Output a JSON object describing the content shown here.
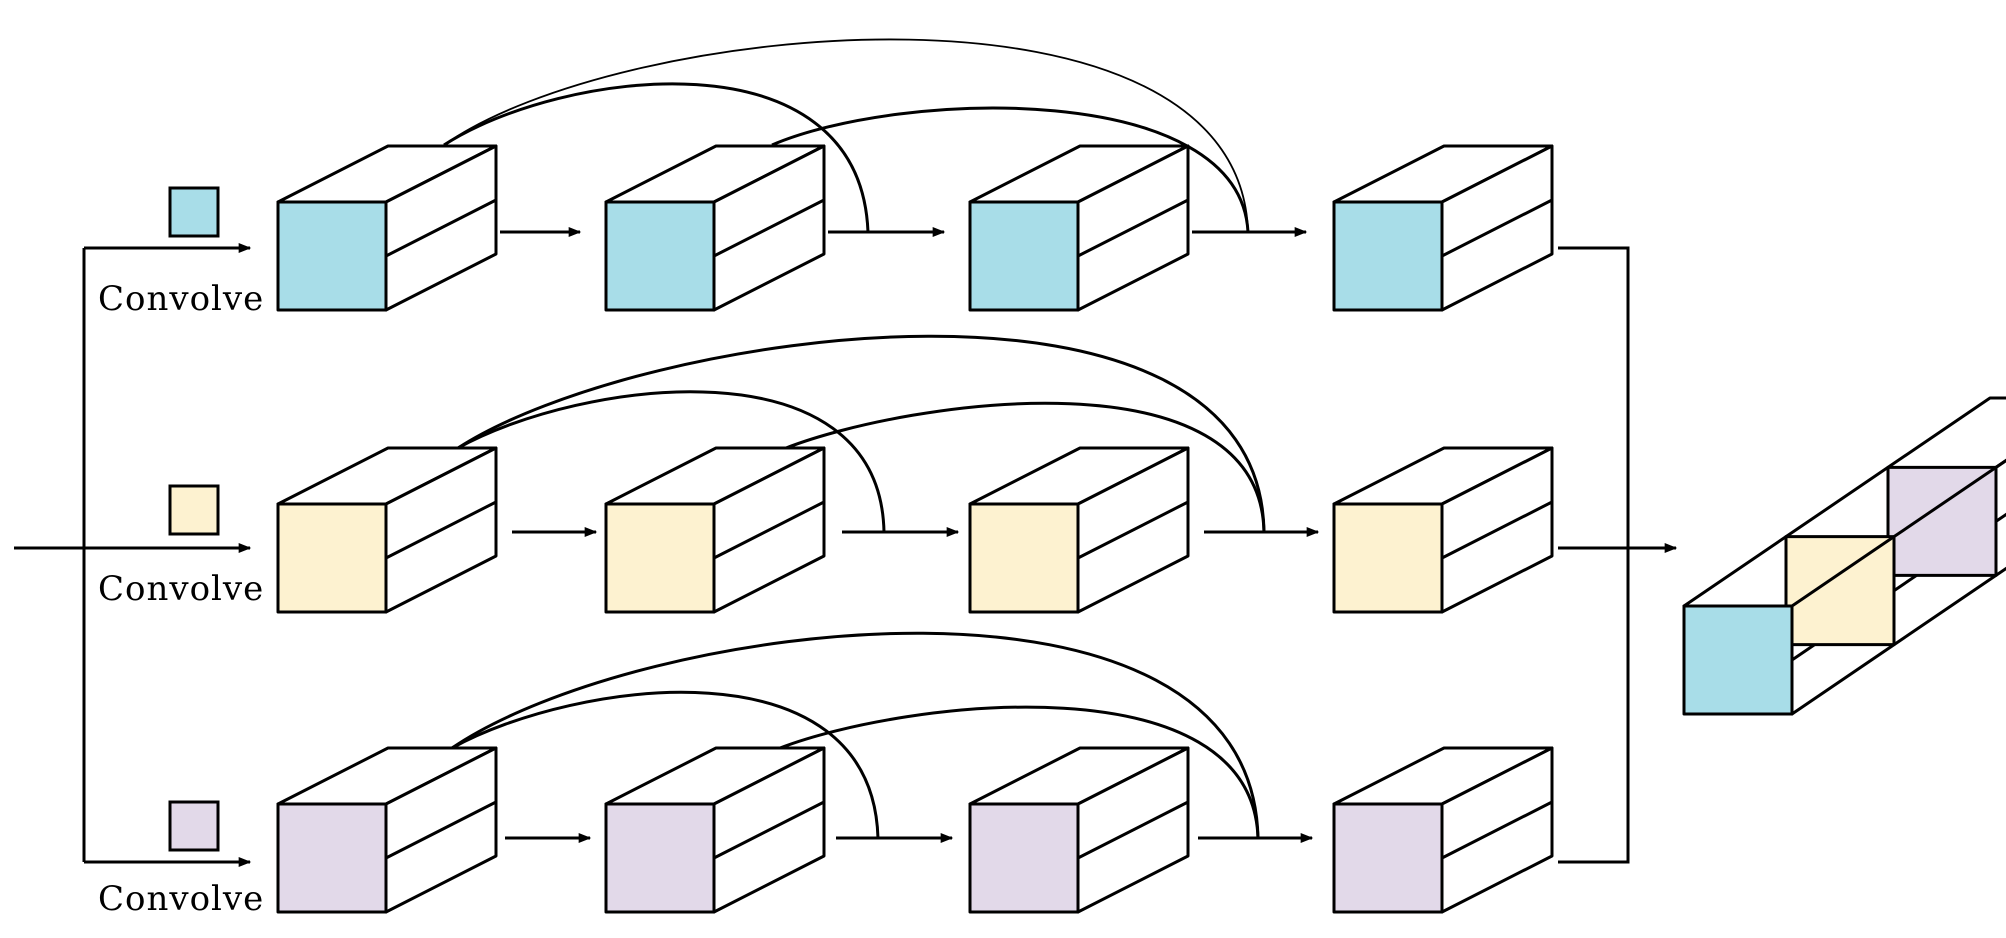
{
  "colors": {
    "branch_1": "#a8dde8",
    "branch_2": "#fdf2d0",
    "branch_3": "#e2d9e9",
    "line": "#000000",
    "background": "#ffffff"
  },
  "branches": [
    {
      "label": "Convolve",
      "color_key": "branch_1"
    },
    {
      "label": "Convolve",
      "color_key": "branch_2"
    },
    {
      "label": "Convolve",
      "color_key": "branch_3"
    }
  ]
}
